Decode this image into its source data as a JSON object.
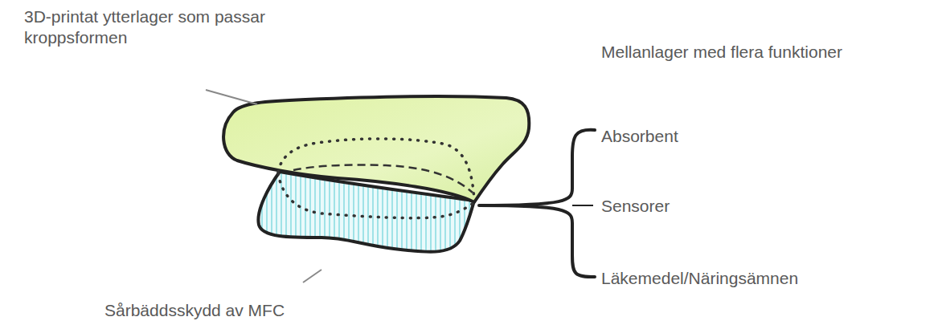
{
  "diagram": {
    "labels": [
      "3D-printat ytterlager som passar kroppsformen",
      "Mellanlager med flera funktioner",
      "Absorbent",
      "Sensorer",
      "Läkemedel/Näringsämnen",
      "Sårbäddsskydd av MFC"
    ]
  }
}
